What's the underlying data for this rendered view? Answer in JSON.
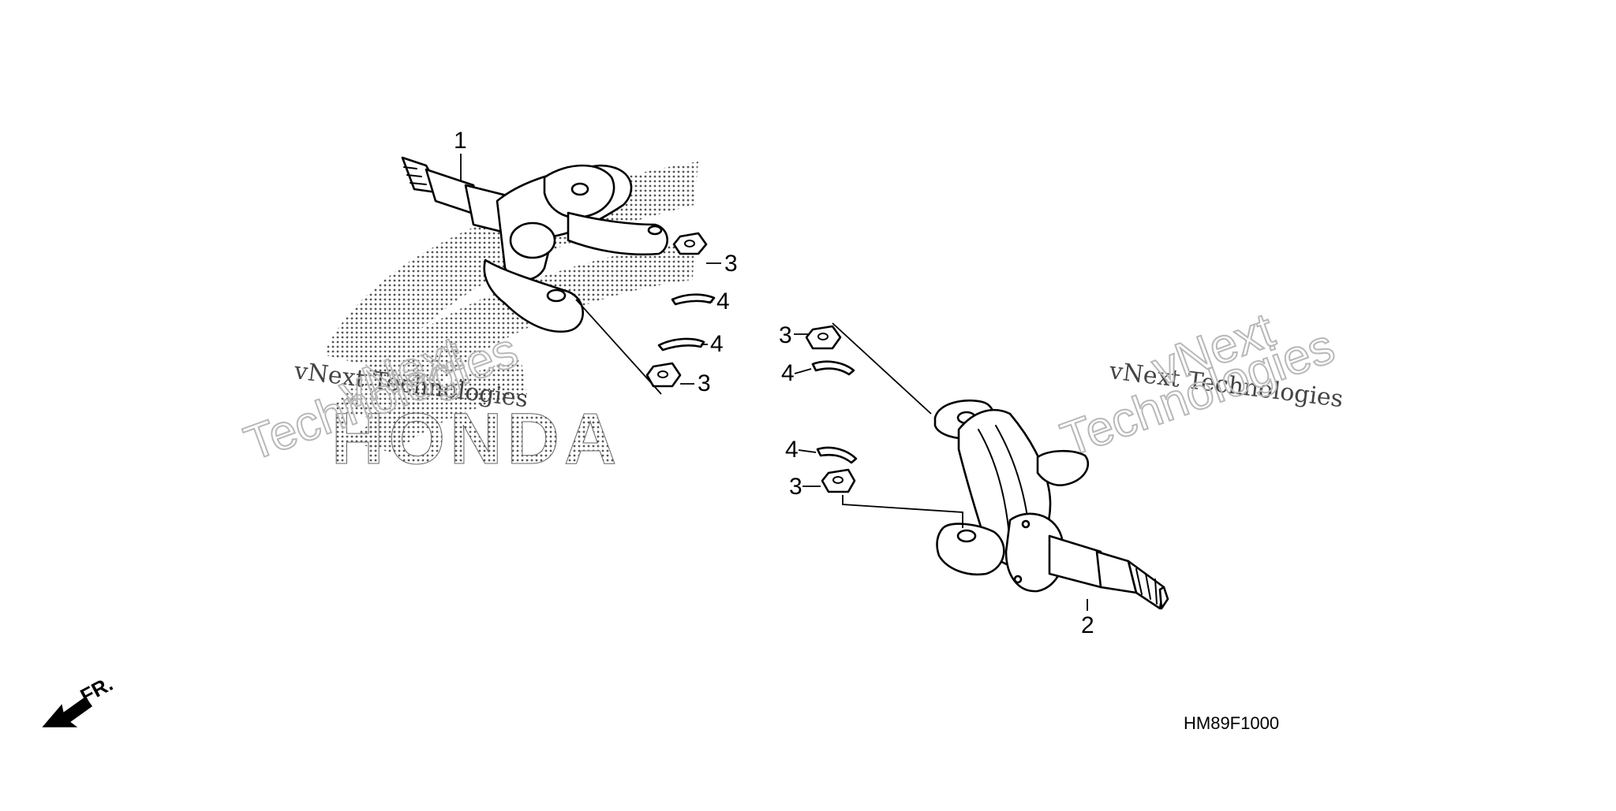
{
  "diagram": {
    "code": "HM89F1000",
    "front_label": "FR.",
    "callouts": [
      "1",
      "2",
      "3",
      "4"
    ],
    "brand_logo_text": "HONDA",
    "watermark": {
      "line1": "vNext Technologies",
      "line2a": "vNext",
      "line2b": "Technologies"
    }
  },
  "colors": {
    "line": "#000000",
    "background": "#ffffff",
    "watermark": "#b8b8b8"
  }
}
